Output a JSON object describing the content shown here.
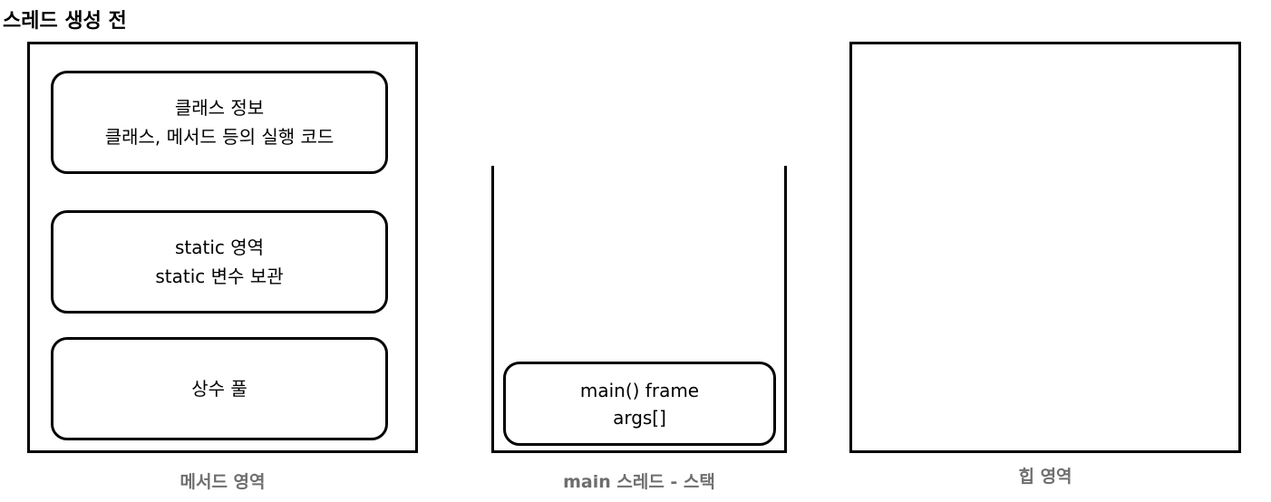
{
  "title": "스레드 생성 전",
  "method_area": {
    "class_info": {
      "line1": "클래스 정보",
      "line2": "클래스, 메서드 등의 실행 코드"
    },
    "static_area": {
      "line1": "static 영역",
      "line2": "static 변수 보관"
    },
    "constant_pool": {
      "line1": "상수 풀"
    },
    "caption": "메서드 영역"
  },
  "stack": {
    "frame": {
      "line1": "main() frame",
      "line2": "args[]"
    },
    "caption": "main 스레드 - 스택"
  },
  "heap": {
    "caption": "힙 영역"
  }
}
